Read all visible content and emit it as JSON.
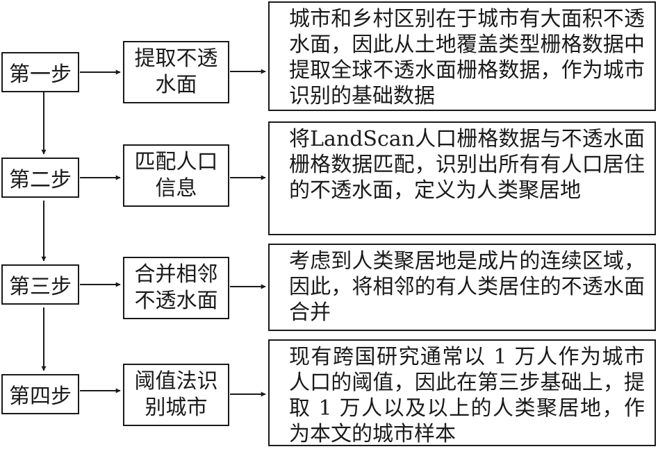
{
  "steps": [
    {
      "label": "第一步",
      "action": "提取不透水面",
      "description": "城市和乡村区别在于城市有大面积不透水面，因此从土地覆盖类型栅格数据中提取全球不透水面栅格数据，作为城市识别的基础数据"
    },
    {
      "label": "第二步",
      "action": "匹配人口信息",
      "description": "将LandScan人口栅格数据与不透水面栅格数据匹配，识别出所有有人口居住的不透水面，定义为人类聚居地"
    },
    {
      "label": "第三步",
      "action": "合并相邻不透水面",
      "description": "考虑到人类聚居地是成片的连续区域，因此，将相邻的有人类居住的不透水面合并"
    },
    {
      "label": "第四步",
      "action": "阈值法识别城市",
      "description": "现有跨国研究通常以 1 万人作为城市人口的阈值，因此在第三步基础上，提取 1 万人以及以上的人类聚居地，作为本文的城市样本"
    }
  ]
}
